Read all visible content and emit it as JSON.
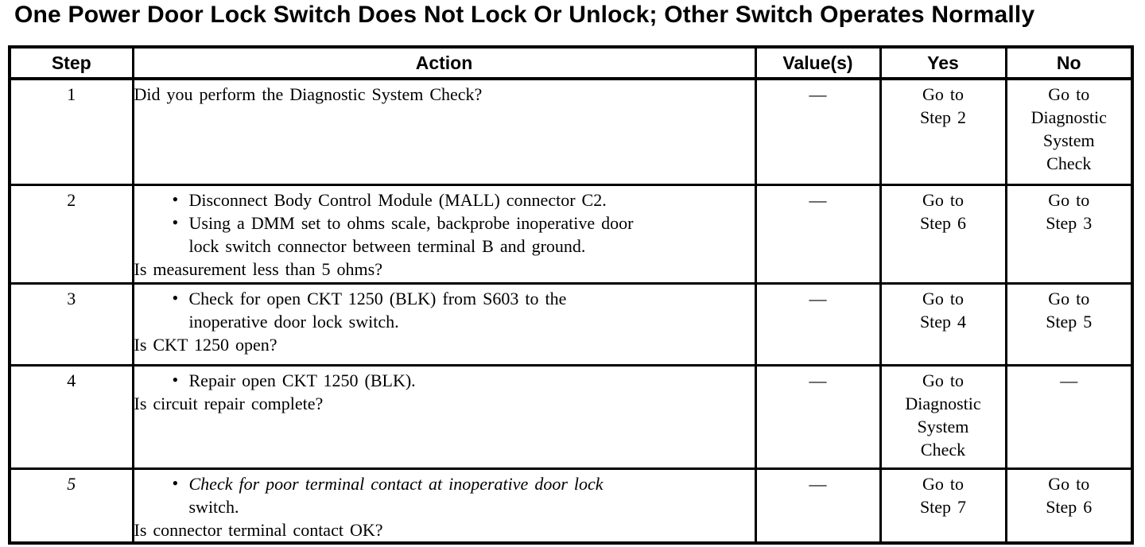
{
  "title": "One Power Door Lock Switch Does Not Lock Or Unlock; Other Switch Operates Normally",
  "table": {
    "headers": [
      "Step",
      "Action",
      "Value(s)",
      "Yes",
      "No"
    ],
    "rows": [
      {
        "step": "1",
        "action": {
          "bullets": [],
          "question_lines": [
            "Did you perform the Diagnostic System Check?"
          ]
        },
        "value": "—",
        "yes_lines": [
          "Go to",
          "Step 2"
        ],
        "no_lines": [
          "Go to",
          "Diagnostic",
          "System",
          "Check"
        ]
      },
      {
        "step": "2",
        "action": {
          "bullets": [
            [
              "Disconnect Body Control Module (MALL) connector C2."
            ],
            [
              "Using a DMM set to ohms scale, backprobe inoperative door",
              "lock switch connector between terminal B and ground."
            ]
          ],
          "question_lines": [
            "Is measurement less than 5 ohms?"
          ]
        },
        "value": "—",
        "yes_lines": [
          "Go to",
          "Step 6"
        ],
        "no_lines": [
          "Go to",
          "Step 3"
        ]
      },
      {
        "step": "3",
        "action": {
          "bullets": [
            [
              "Check for open CKT 1250 (BLK) from S603 to the",
              "inoperative door lock switch."
            ]
          ],
          "question_lines": [
            "Is CKT 1250 open?"
          ]
        },
        "value": "—",
        "yes_lines": [
          "Go to",
          "Step 4"
        ],
        "no_lines": [
          "Go to",
          "Step 5"
        ]
      },
      {
        "step": "4",
        "action": {
          "bullets": [
            [
              "Repair open CKT 1250 (BLK)."
            ]
          ],
          "question_lines": [
            "Is circuit repair complete?"
          ]
        },
        "value": "—",
        "yes_lines": [
          "Go to",
          "Diagnostic",
          "System",
          "Check"
        ],
        "no_lines": [
          "—"
        ]
      },
      {
        "step": "5",
        "action": {
          "bullets": [
            [
              "Check for poor terminal contact at inoperative door lock",
              "switch."
            ]
          ],
          "question_lines": [
            "Is connector terminal contact OK?"
          ]
        },
        "value": "—",
        "yes_lines": [
          "Go to",
          "Step 7"
        ],
        "no_lines": [
          "Go to",
          "Step 6"
        ]
      }
    ]
  }
}
